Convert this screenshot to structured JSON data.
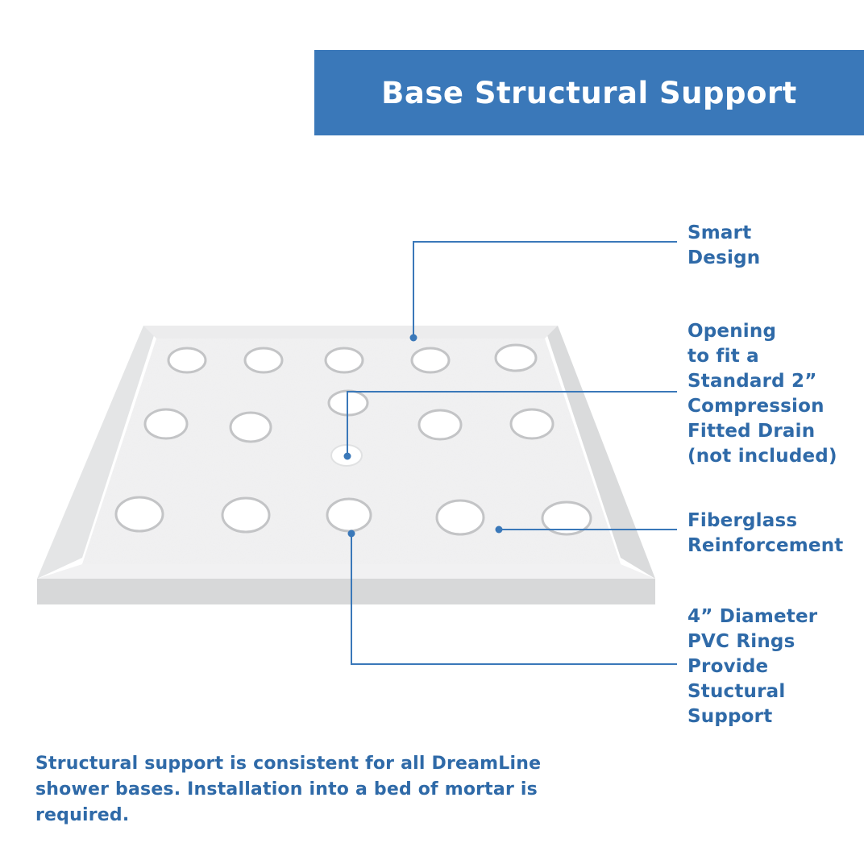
{
  "header": {
    "title": "Base Structural Support"
  },
  "callouts": {
    "smart_design": "Smart\nDesign",
    "opening": "Opening\nto fit a\nStandard 2”\nCompression\nFitted Drain\n(not included)",
    "fiberglass": "Fiberglass\nReinforcement",
    "pvc_rings": "4” Diameter\nPVC Rings\nProvide\nStuctural\nSupport"
  },
  "footnote": "Structural support is consistent for all DreamLine shower bases. Installation into a bed of mortar is required.",
  "colors": {
    "accent": "#3a78b9",
    "text": "#2f6aa8"
  }
}
